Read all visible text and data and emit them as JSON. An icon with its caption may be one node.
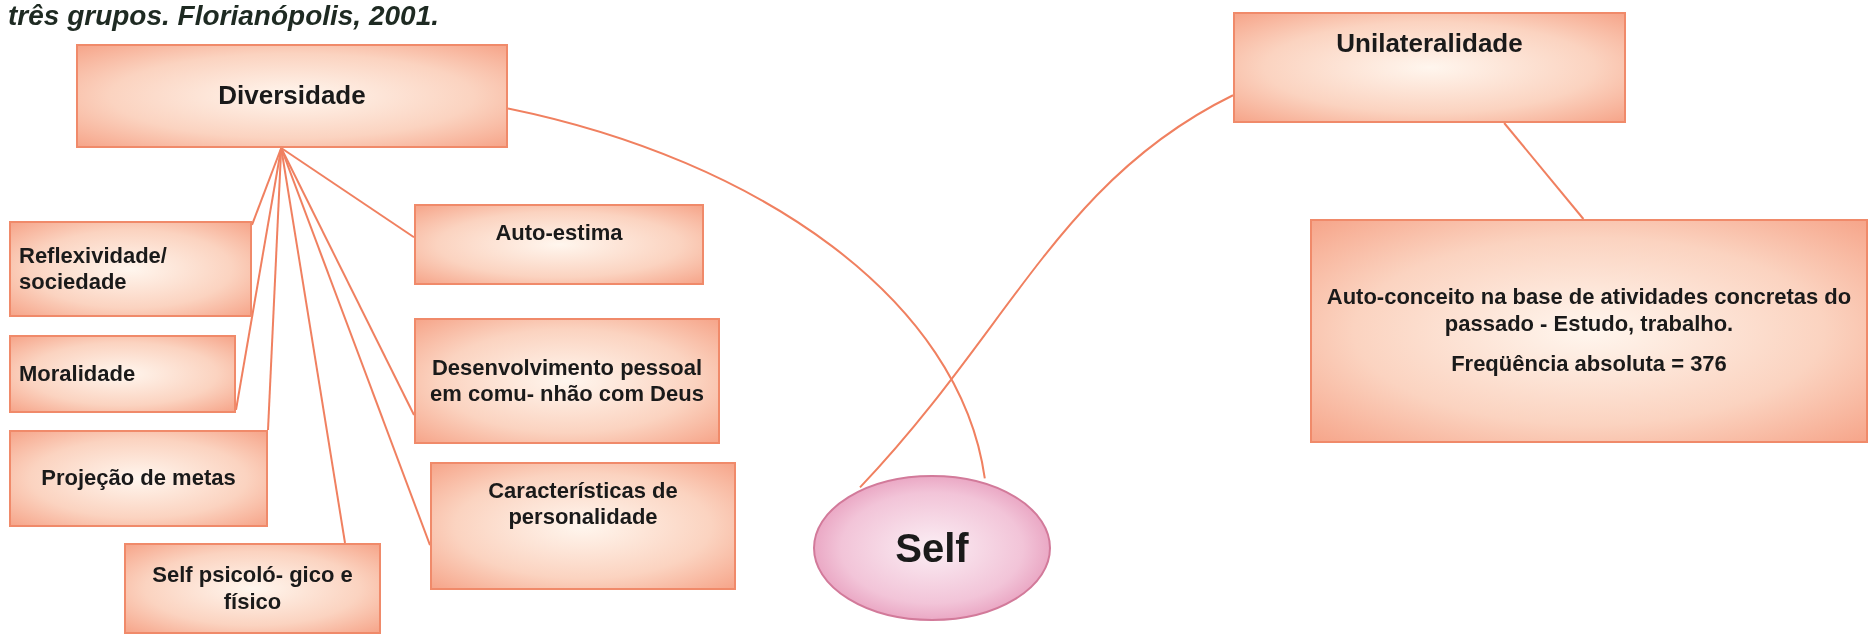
{
  "diagram": {
    "title": "três grupos. Florianópolis, 2001.",
    "nodes": [
      {
        "text": [
          "Diversidade"
        ]
      },
      {
        "text": [
          "Unilateralidade"
        ]
      },
      {
        "text": [
          "Reflexividade/ sociedade"
        ]
      },
      {
        "text": [
          "Moralidade"
        ]
      },
      {
        "text": [
          "Projeção de metas"
        ]
      },
      {
        "text": [
          "Self psicoló- gico e físico"
        ]
      },
      {
        "text": [
          "Auto-estima"
        ]
      },
      {
        "text": [
          "Desenvolvimento pessoal em comu- nhão com Deus"
        ]
      },
      {
        "text": [
          "Características de personalidade"
        ]
      },
      {
        "text": [
          "Self"
        ]
      },
      {
        "text": [
          "Auto-conceito na base de atividades concretas do passado - Estudo, trabalho.",
          "Freqüência absoluta = 376"
        ]
      }
    ],
    "edges": [
      {
        "from": 0,
        "to": 9,
        "arrow": "none"
      },
      {
        "from": 1,
        "to": 9,
        "arrow": "none"
      },
      {
        "from": 1,
        "to": 10,
        "arrow": "none"
      },
      {
        "from": 0,
        "to": 2,
        "arrow": "none"
      },
      {
        "from": 0,
        "to": 3,
        "arrow": "none"
      },
      {
        "from": 0,
        "to": 4,
        "arrow": "none"
      },
      {
        "from": 0,
        "to": 5,
        "arrow": "none"
      },
      {
        "from": 0,
        "to": 6,
        "arrow": "none"
      },
      {
        "from": 0,
        "to": 7,
        "arrow": "none"
      },
      {
        "from": 0,
        "to": 8,
        "arrow": "none"
      }
    ]
  }
}
